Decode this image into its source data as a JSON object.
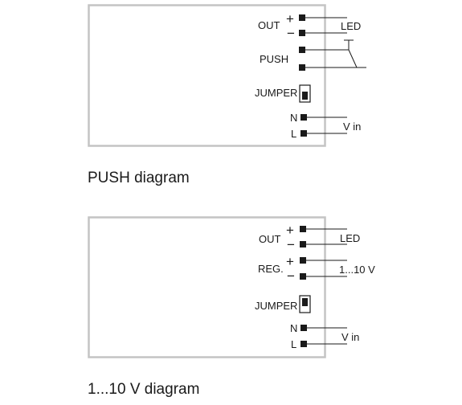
{
  "push_diagram": {
    "caption": "PUSH diagram",
    "out_label": "OUT",
    "out_plus": "+",
    "out_minus": "−",
    "led_label": "LED",
    "push_label": "PUSH",
    "jumper_label": "JUMPER",
    "n_label": "N",
    "l_label": "L",
    "vin_label": "V in"
  },
  "dim_diagram": {
    "caption": "1...10 V diagram",
    "out_label": "OUT",
    "out_plus": "+",
    "out_minus": "−",
    "led_label": "LED",
    "reg_label": "REG.",
    "reg_plus": "+",
    "reg_minus": "−",
    "reg_range_label": "1...10 V",
    "jumper_label": "JUMPER",
    "n_label": "N",
    "l_label": "L",
    "vin_label": "V in"
  },
  "colors": {
    "box_border": "#c4c4c4",
    "line": "#1a1a1a"
  }
}
